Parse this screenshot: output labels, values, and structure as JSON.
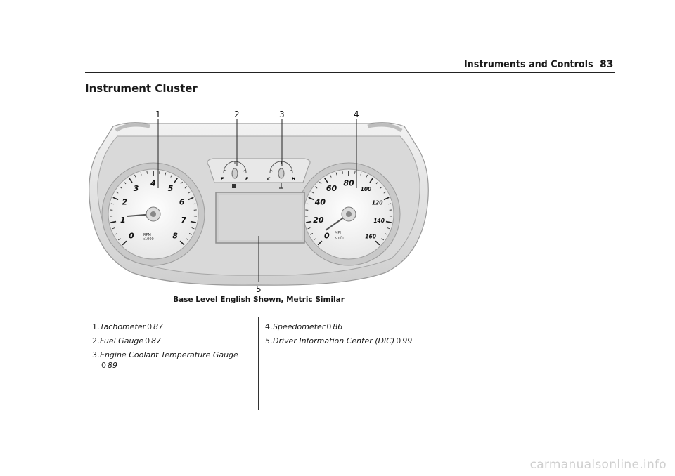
{
  "header": {
    "title": "Instruments and Controls",
    "page_number": "83"
  },
  "section": {
    "title": "Instrument Cluster"
  },
  "figure": {
    "callouts": [
      "1",
      "2",
      "3",
      "4",
      "5"
    ],
    "caption": "Base Level English Shown, Metric Similar",
    "tachometer": {
      "ticks": [
        "0",
        "1",
        "2",
        "3",
        "4",
        "5",
        "6",
        "7",
        "8"
      ],
      "unit_line1": "RPM",
      "unit_line2": "x1000"
    },
    "speedometer": {
      "ticks_outer": [
        "0",
        "20",
        "40",
        "60",
        "80",
        "100",
        "120",
        "140",
        "160"
      ],
      "unit_line1": "MPH",
      "unit_line2": "km/h"
    },
    "fuel_gauge": {
      "empty": "E",
      "full": "F"
    },
    "coolant_gauge": {
      "cold": "C",
      "hot": "H"
    }
  },
  "list_left": [
    {
      "num": "1.",
      "label": "Tachometer",
      "arrow": "0",
      "page": "87"
    },
    {
      "num": "2.",
      "label": "Fuel Gauge",
      "arrow": "0",
      "page": "87"
    },
    {
      "num": "3.",
      "label": "Engine Coolant Temperature Gauge",
      "arrow": "0",
      "page": "89"
    }
  ],
  "list_right": [
    {
      "num": "4.",
      "label": "Speedometer",
      "arrow": "0",
      "page": "86"
    },
    {
      "num": "5.",
      "label": "Driver Information Center (DIC)",
      "arrow": "0",
      "page": "99"
    }
  ],
  "watermark": "carmanualsonline.info"
}
